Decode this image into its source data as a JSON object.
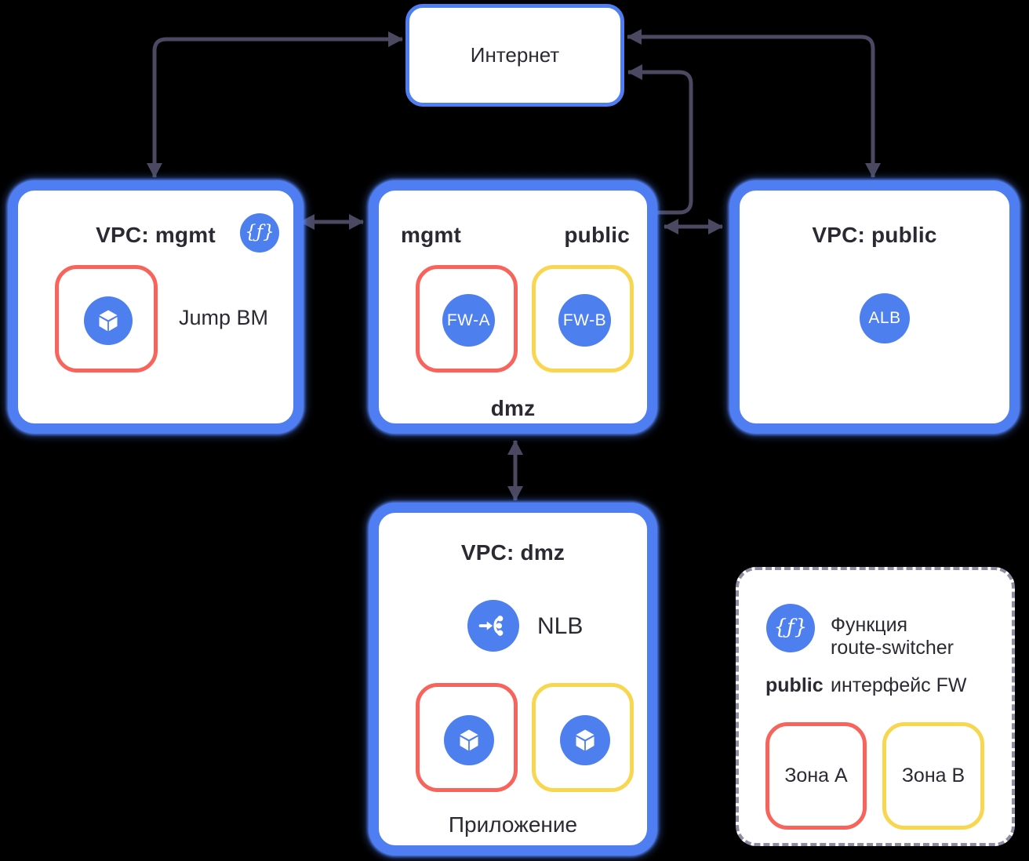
{
  "colors": {
    "background": "#000000",
    "vpc_border_blue": "#4f7ef3",
    "icon_blue": "#4d7fee",
    "zone_a_red": "#f8635c",
    "zone_b_yellow": "#f9d64f",
    "arrow_dark": "#4b4961",
    "text_dark": "#2b2a33",
    "legend_dash_gray": "#8f8da1"
  },
  "internet": {
    "label": "Интернет"
  },
  "vpc_mgmt": {
    "title": "VPC: mgmt",
    "function_icon_glyph": "{ƒ}",
    "vm_label": "Jump BM"
  },
  "fw": {
    "subnet_top_left": "mgmt",
    "subnet_top_right": "public",
    "subnet_bottom": "dmz",
    "fw_a": "FW-A",
    "fw_b": "FW-B"
  },
  "vpc_public": {
    "title": "VPC: public",
    "alb": "ALB"
  },
  "vpc_dmz": {
    "title": "VPC: dmz",
    "nlb": "NLB",
    "app": "Приложение"
  },
  "legend": {
    "function_icon_glyph": "{ƒ}",
    "function_line1": "Функция",
    "function_line2": "route-switcher",
    "public_label": "public",
    "fw_interface_label": "интерфейс FW",
    "zone_a": "Зона A",
    "zone_b": "Зона B"
  }
}
